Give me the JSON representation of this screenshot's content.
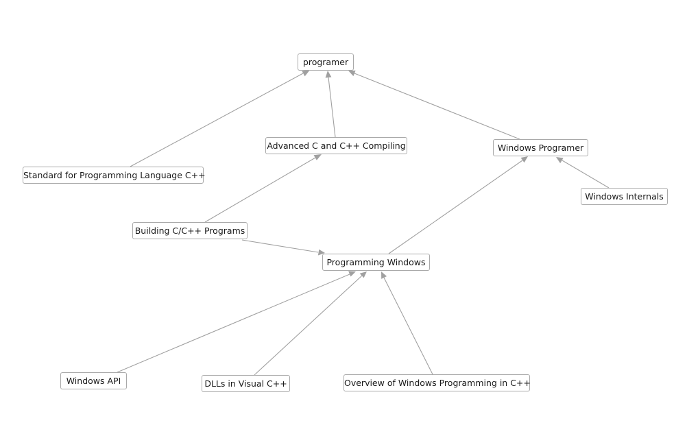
{
  "diagram": {
    "nodes": [
      {
        "id": "programer",
        "label": "programer"
      },
      {
        "id": "advanced",
        "label": "Advanced C and C++ Compiling"
      },
      {
        "id": "winprog",
        "label": "Windows Programer"
      },
      {
        "id": "standard",
        "label": "Standard for Programming Language C++"
      },
      {
        "id": "internals",
        "label": "Windows Internals"
      },
      {
        "id": "building",
        "label": "Building C/C++ Programs"
      },
      {
        "id": "progwin",
        "label": "Programming Windows"
      },
      {
        "id": "winapi",
        "label": "Windows API"
      },
      {
        "id": "dlls",
        "label": "DLLs in Visual C++"
      },
      {
        "id": "overview",
        "label": "Overview of Windows Programming in C++"
      }
    ],
    "edges": [
      {
        "from": "standard",
        "to": "programer"
      },
      {
        "from": "advanced",
        "to": "programer"
      },
      {
        "from": "winprog",
        "to": "programer"
      },
      {
        "from": "building",
        "to": "advanced"
      },
      {
        "from": "building",
        "to": "progwin"
      },
      {
        "from": "internals",
        "to": "winprog"
      },
      {
        "from": "progwin",
        "to": "winprog"
      },
      {
        "from": "winapi",
        "to": "progwin"
      },
      {
        "from": "dlls",
        "to": "progwin"
      },
      {
        "from": "overview",
        "to": "progwin"
      }
    ],
    "colors": {
      "edge": "#a0a0a0",
      "node_border": "#a9a9a9",
      "node_text": "#1a1a1a",
      "background": "#ffffff"
    }
  }
}
